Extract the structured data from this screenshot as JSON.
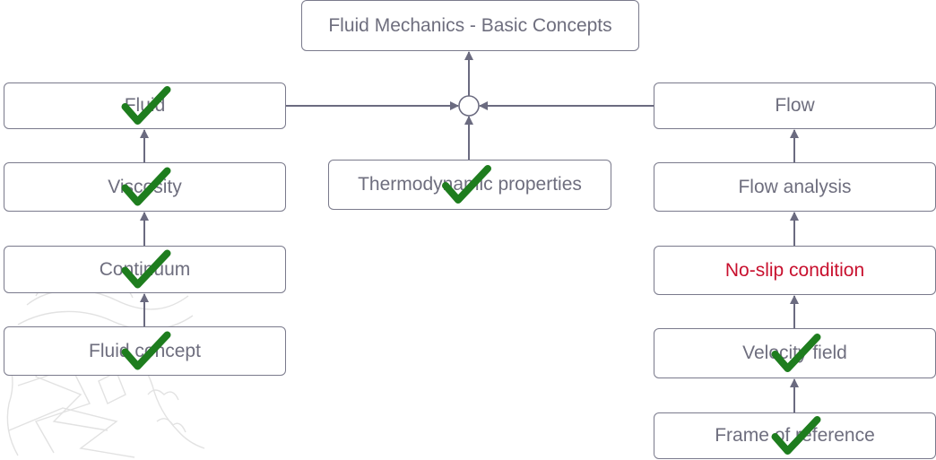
{
  "colors": {
    "border": "#7a7a8c",
    "text": "#6e6e7e",
    "text_highlight": "#c8102e",
    "arrow": "#6b6b80",
    "check": "#1e7d1e",
    "watermark": "#e2e2e2"
  },
  "nodes": [
    {
      "id": "root",
      "label": "Fluid Mechanics - Basic Concepts",
      "checked": false,
      "highlight": false
    },
    {
      "id": "fluid",
      "label": "Fluid",
      "checked": true,
      "highlight": false
    },
    {
      "id": "viscosity",
      "label": "Viscosity",
      "checked": true,
      "highlight": false
    },
    {
      "id": "continuum",
      "label": "Continuum",
      "checked": true,
      "highlight": false
    },
    {
      "id": "fluid_concept",
      "label": "Fluid concept",
      "checked": true,
      "highlight": false
    },
    {
      "id": "thermo",
      "label": "Thermodynamic properties",
      "checked": true,
      "highlight": false
    },
    {
      "id": "flow",
      "label": "Flow",
      "checked": false,
      "highlight": false
    },
    {
      "id": "flow_analysis",
      "label": "Flow analysis",
      "checked": false,
      "highlight": false
    },
    {
      "id": "no_slip",
      "label": "No-slip condition",
      "checked": false,
      "highlight": true
    },
    {
      "id": "velocity_field",
      "label": "Velocity field",
      "checked": true,
      "highlight": false
    },
    {
      "id": "frame_ref",
      "label": "Frame of reference",
      "checked": true,
      "highlight": false
    }
  ],
  "edges": [
    {
      "from": "fluid_concept",
      "to": "continuum"
    },
    {
      "from": "continuum",
      "to": "viscosity"
    },
    {
      "from": "viscosity",
      "to": "fluid"
    },
    {
      "from": "fluid",
      "to": "junction"
    },
    {
      "from": "thermo",
      "to": "junction"
    },
    {
      "from": "flow",
      "to": "junction"
    },
    {
      "from": "junction",
      "to": "root"
    },
    {
      "from": "frame_ref",
      "to": "velocity_field"
    },
    {
      "from": "velocity_field",
      "to": "no_slip"
    },
    {
      "from": "no_slip",
      "to": "flow_analysis"
    },
    {
      "from": "flow_analysis",
      "to": "flow"
    }
  ]
}
